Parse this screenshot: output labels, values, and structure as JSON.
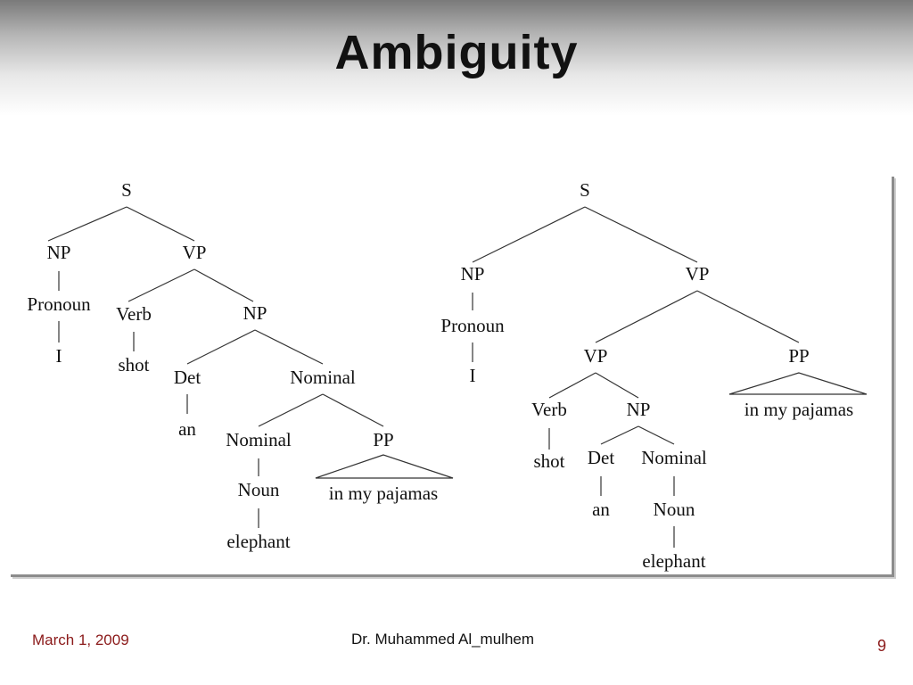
{
  "slide": {
    "title": "Ambiguity",
    "footer_date": "March 1, 2009",
    "footer_author": "Dr. Muhammed Al_mulhem",
    "page_number": "9"
  },
  "tree_left": {
    "s": "S",
    "np": "NP",
    "vp": "VP",
    "pronoun": "Pronoun",
    "i": "I",
    "verb": "Verb",
    "shot": "shot",
    "np2": "NP",
    "det": "Det",
    "an": "an",
    "nominal": "Nominal",
    "nominal2": "Nominal",
    "pp": "PP",
    "noun": "Noun",
    "elephant": "elephant",
    "pp_phrase": "in my pajamas"
  },
  "tree_right": {
    "s": "S",
    "np": "NP",
    "vp": "VP",
    "pronoun": "Pronoun",
    "i": "I",
    "vp2": "VP",
    "pp": "PP",
    "pp_phrase": "in my pajamas",
    "verb": "Verb",
    "np2": "NP",
    "shot": "shot",
    "det": "Det",
    "nominal": "Nominal",
    "an": "an",
    "noun": "Noun",
    "elephant": "elephant"
  }
}
